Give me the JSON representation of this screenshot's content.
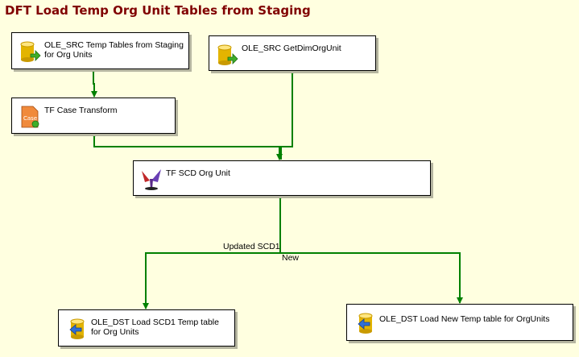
{
  "title": "DFT Load Temp Org Unit Tables from Staging",
  "nodes": {
    "src_temp": {
      "label": "OLE_SRC Temp Tables from Staging for Org Units",
      "icon": "db-source-icon"
    },
    "src_dim": {
      "label": "OLE_SRC GetDimOrgUnit",
      "icon": "db-source-icon"
    },
    "case_tf": {
      "label": "TF Case Transform",
      "icon": "case-transform-icon"
    },
    "scd": {
      "label": "TF SCD Org Unit",
      "icon": "scd-wizard-icon"
    },
    "dst_scd1": {
      "label": "OLE_DST Load SCD1 Temp table for Org Units",
      "icon": "db-destination-icon"
    },
    "dst_new": {
      "label": "OLE_DST Load New Temp table for OrgUnits",
      "icon": "db-destination-icon"
    }
  },
  "flows": {
    "updated_label": "Updated SCD1",
    "new_label": "New"
  },
  "colors": {
    "title": "#800000",
    "background": "#ffffe0",
    "flow": "#008000"
  }
}
